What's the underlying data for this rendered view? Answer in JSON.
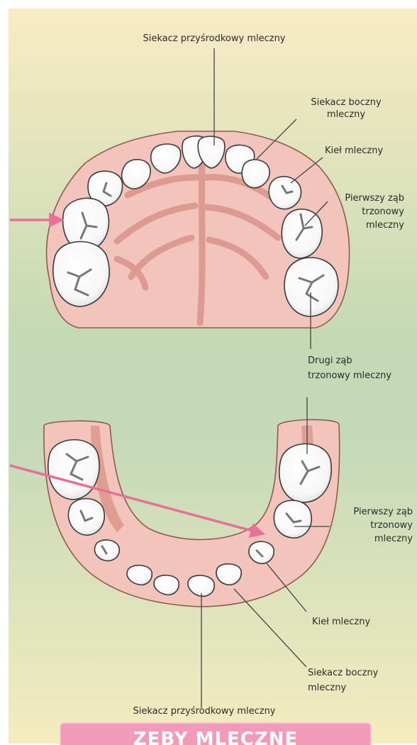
{
  "labels": {
    "upper_central_incisor": "Siekacz przyśrodkowy mleczny",
    "upper_lateral_incisor": "Siekacz boczny\nmleczny",
    "upper_canine": "Kieł mleczny",
    "upper_first_molar": "Pierwszy ząb\ntrzonowy\nmleczny",
    "second_molar": "Drugi ząb\ntrzonowy mleczny",
    "lower_first_molar": "Pierwszy ząb\ntrzonowy\nmleczny",
    "lower_canine": "Kieł mleczny",
    "lower_lateral_incisor": "Siekacz boczny\nmleczny",
    "lower_central_incisor": "Siekacz przyśrodkowy mleczny"
  },
  "banner": {
    "title": "ZĘBY MLECZNE"
  },
  "colors": {
    "bg_top": "#f8ecc4",
    "bg_mid": "#c4d9b4",
    "bg_bottom": "#f3ebbe",
    "gum": "#f3c4bb",
    "gum_dark": "#d9938a",
    "tooth": "#ffffff",
    "arrow": "#e77096"
  }
}
